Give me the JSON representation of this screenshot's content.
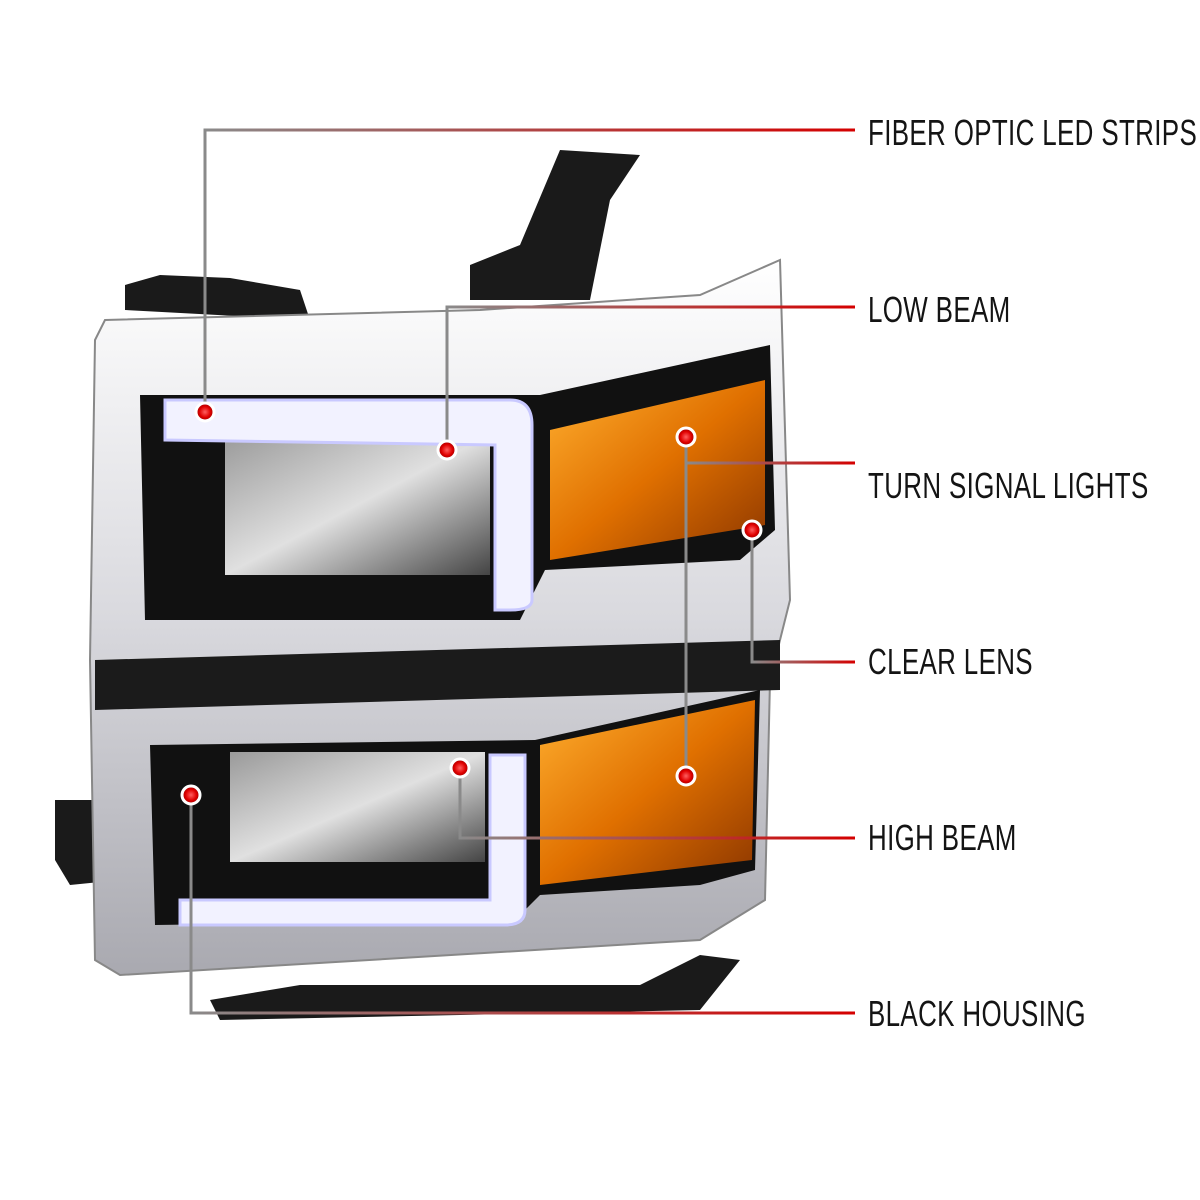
{
  "callouts": [
    {
      "label": "FIBER OPTIC LED STRIPS"
    },
    {
      "label": "LOW BEAM"
    },
    {
      "label": "TURN SIGNAL LIGHTS"
    },
    {
      "label": "CLEAR LENS"
    },
    {
      "label": "HIGH BEAM"
    },
    {
      "label": "BLACK HOUSING"
    }
  ],
  "colors": {
    "callout_line_end": "#d40000",
    "callout_line_start": "#8a8a8a",
    "dot": "#e00000",
    "amber": "#e07a00",
    "chrome": "#e8e8ec",
    "housing": "#111111"
  }
}
